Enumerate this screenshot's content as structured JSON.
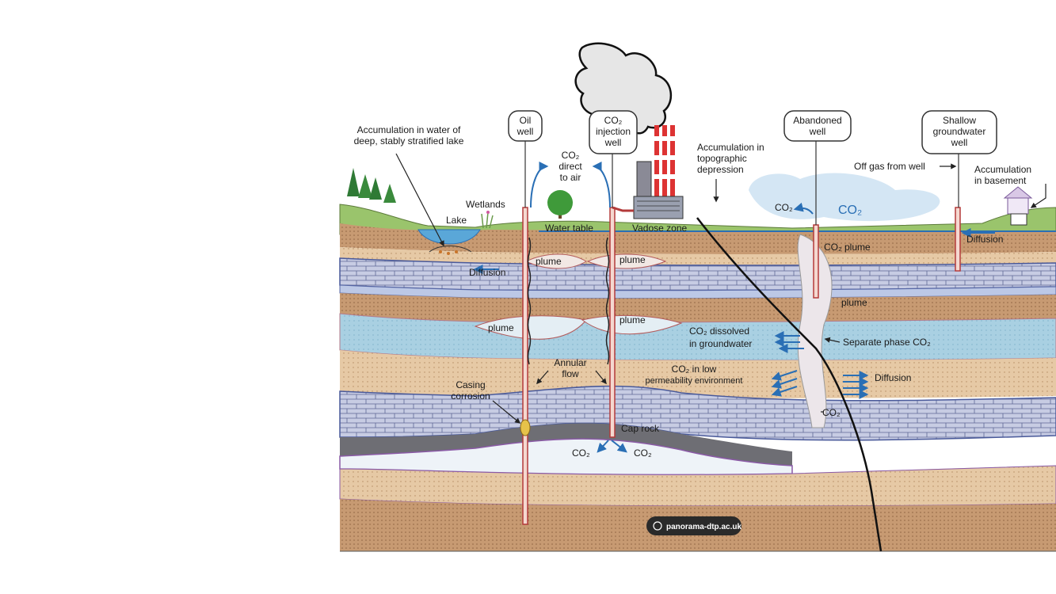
{
  "diagram": {
    "labels": {
      "accumulation_lake_1": "Accumulation in water of",
      "accumulation_lake_2": "deep, stably stratified lake",
      "lake": "Lake",
      "wetlands": "Wetlands",
      "oil_well_1": "Oil",
      "oil_well_2": "well",
      "direct_air_1": "CO₂",
      "direct_air_2": "direct",
      "direct_air_3": "to air",
      "injection_well_1": "CO₂",
      "injection_well_2": "injection",
      "injection_well_3": "well",
      "water_table": "Water table",
      "vadose_zone": "Vadose zone",
      "topo_1": "Accumulation in",
      "topo_2": "topographic",
      "topo_3": "depression",
      "abandoned_1": "Abandoned",
      "abandoned_2": "well",
      "shallow_1": "Shallow",
      "shallow_2": "groundwater",
      "shallow_3": "well",
      "off_gas": "Off gas from well",
      "basement_1": "Accumulation",
      "basement_2": "in basement",
      "co2_left": "CO₂",
      "co2_cloud": "CO₂",
      "diffusion_right": "Diffusion",
      "co2_plume": "CO₂ plume",
      "plume_1": "plume",
      "plume_2": "plume",
      "diffusion_left": "Diffusion",
      "plume_3": "plume",
      "plume_4": "plume",
      "plume_5": "plume",
      "dissolved_1": "CO₂ dissolved",
      "dissolved_2": "in groundwater",
      "separate_phase": "Separate phase CO₂",
      "annular_1": "Annular",
      "annular_2": "flow",
      "low_perm_1": "CO₂ in low",
      "low_perm_2": "permeability environment",
      "diffusion_mid": "Diffusion",
      "casing_1": "Casing",
      "casing_2": "corrosion",
      "co2_fault": "CO₂",
      "cap_rock": "Cap rock",
      "co2_bottom_left": "CO₂",
      "co2_bottom_right": "CO₂"
    },
    "watermark": "panorama-dtp.ac.uk"
  }
}
